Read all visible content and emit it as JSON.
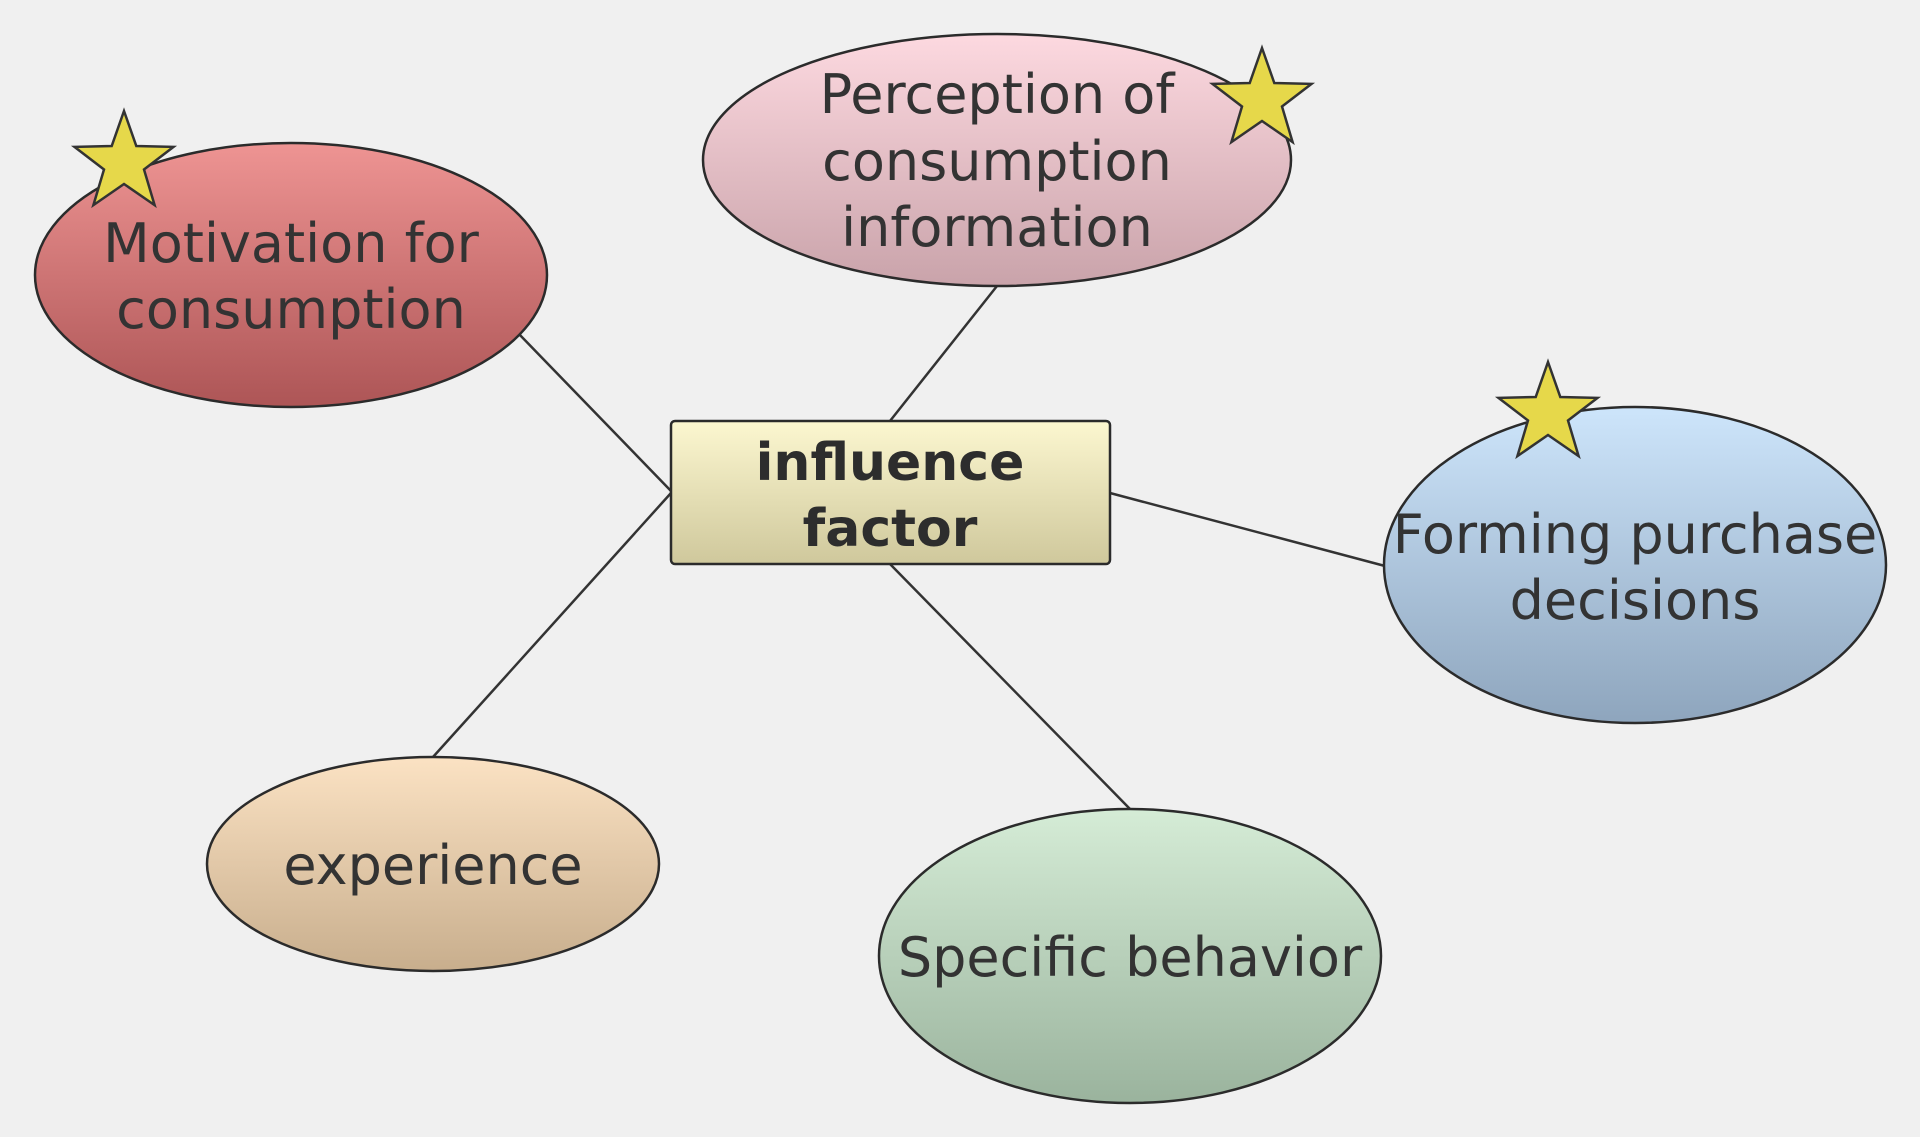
{
  "center": {
    "label_line1": "influence",
    "label_line2": "factor"
  },
  "nodes": {
    "motivation": {
      "line1": "Motivation for",
      "line2": "consumption",
      "starred": true
    },
    "perception": {
      "line1": "Perception of",
      "line2": "consumption",
      "line3": "information",
      "starred": true
    },
    "forming": {
      "line1": "Forming purchase",
      "line2": "decisions",
      "starred": true
    },
    "experience": {
      "line1": "experience",
      "starred": false
    },
    "behavior": {
      "line1": "Specific behavior",
      "starred": false
    }
  },
  "icons": {
    "star": "star-icon"
  },
  "colors": {
    "background": "#f0f0f0",
    "center_top": "#fcf7d0",
    "center_bottom": "#cfc89c",
    "motivation_top": "#ee9493",
    "motivation_bottom": "#ad5556",
    "perception_top": "#fdd9e0",
    "perception_bottom": "#c9a3aa",
    "forming_top": "#cde5fb",
    "forming_bottom": "#8ea5bd",
    "experience_top": "#fbe2c3",
    "experience_bottom": "#c8ae8d",
    "behavior_top": "#d5ecd6",
    "behavior_bottom": "#9ab39d",
    "star_fill": "#e6d84a",
    "outline": "#2b2b2b"
  }
}
